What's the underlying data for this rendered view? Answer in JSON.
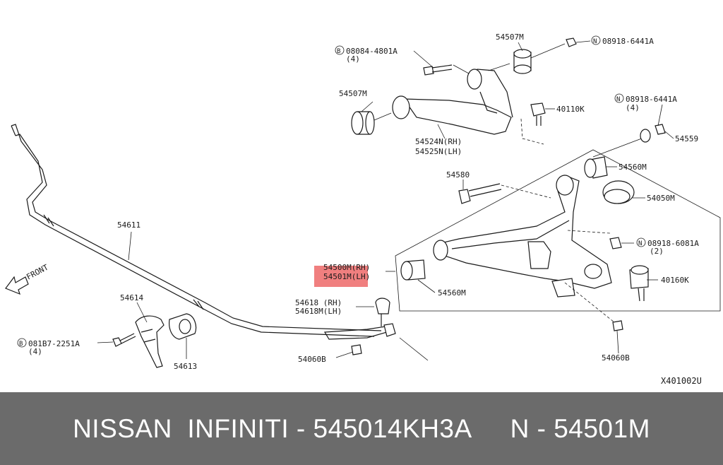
{
  "diagram": {
    "ref_code": "X401002U",
    "front_label": "FRONT",
    "highlight_color": "#f07f7f",
    "labels": {
      "bolt_upper": {
        "code": "08084-4801A",
        "qty": "(4)",
        "mark": "B"
      },
      "bush_upper_right": "54507M",
      "nut_upper": {
        "code": "08918-6441A",
        "mark": "N"
      },
      "bush_upper_left": "54507M",
      "ball_joint_upper": "40110K",
      "nut_right": {
        "code": "08918-6441A",
        "qty": "(4)",
        "mark": "N"
      },
      "washer_54559": "54559",
      "upper_arm_rh": "54524N(RH)",
      "upper_arm_lh": "54525N(LH)",
      "bolt_54580": "54580",
      "bush_lower_rear": "54560M",
      "cap_54050m": "54050M",
      "nut_lower": {
        "code": "08918-6081A",
        "qty": "(2)",
        "mark": "N"
      },
      "stabilizer": "54611",
      "lower_arm_rh": "54500M(RH)",
      "lower_arm_lh": "54501M(LH)",
      "ball_joint_lower": "40160K",
      "bush_lower_front": "54560M",
      "bracket": "54614",
      "link_rh": "54618 (RH)",
      "link_lh": "54618M(LH)",
      "bolt_bracket": {
        "code": "081B7-2251A",
        "qty": "(4)",
        "mark": "B"
      },
      "nut_link_left": "54060B",
      "nut_link_right": "54060B",
      "bush_stab": "54613"
    }
  },
  "footer": {
    "brand": "NISSAN  INFINITI",
    "sep1": " - ",
    "part_number": "545014KH3A",
    "gap": "     ",
    "prefix": "N",
    "sep2": " - ",
    "short_number": "54501M"
  }
}
